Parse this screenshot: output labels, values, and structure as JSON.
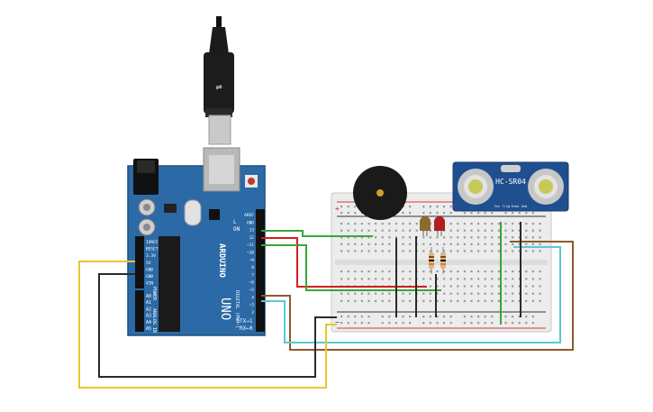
{
  "arduino": {
    "brand": "ARDUINO",
    "model": "UNO",
    "header_digital": "DIGITAL (PWM~)",
    "header_power": "POWER",
    "header_analog": "ANALOG IN",
    "tx_label": "TX→1",
    "rx_label": "RX←0",
    "left_pins": [
      "IOREF",
      "RESET",
      "3.3V",
      "5V",
      "GND",
      "GND",
      "VIN"
    ],
    "analog_pins": [
      "A0",
      "A1",
      "A2",
      "A3",
      "A4",
      "A5"
    ],
    "right_pins": [
      "AREF",
      "GND",
      "13",
      "12",
      "~11",
      "~10",
      "~9",
      "8",
      "7",
      "~6",
      "~5",
      "4",
      "~3",
      "2"
    ],
    "on_label": "ON",
    "l_label": "L"
  },
  "sensor": {
    "label": "HC-SR04",
    "pins": [
      "Vcc",
      "Trig",
      "Echo",
      "Gnd"
    ]
  },
  "breadboard": {
    "plus": "+",
    "minus": "−"
  },
  "colors": {
    "board_blue": "#2b6aa6",
    "breadboard": "#ececec",
    "wire_red": "#d21f1f",
    "wire_green": "#3aa53a",
    "wire_brown": "#8b5a2b",
    "wire_cyan": "#5bc8d6",
    "wire_yellow": "#e6c828",
    "wire_black": "#2a2a2a",
    "sensor_blue": "#1f4f8f"
  }
}
